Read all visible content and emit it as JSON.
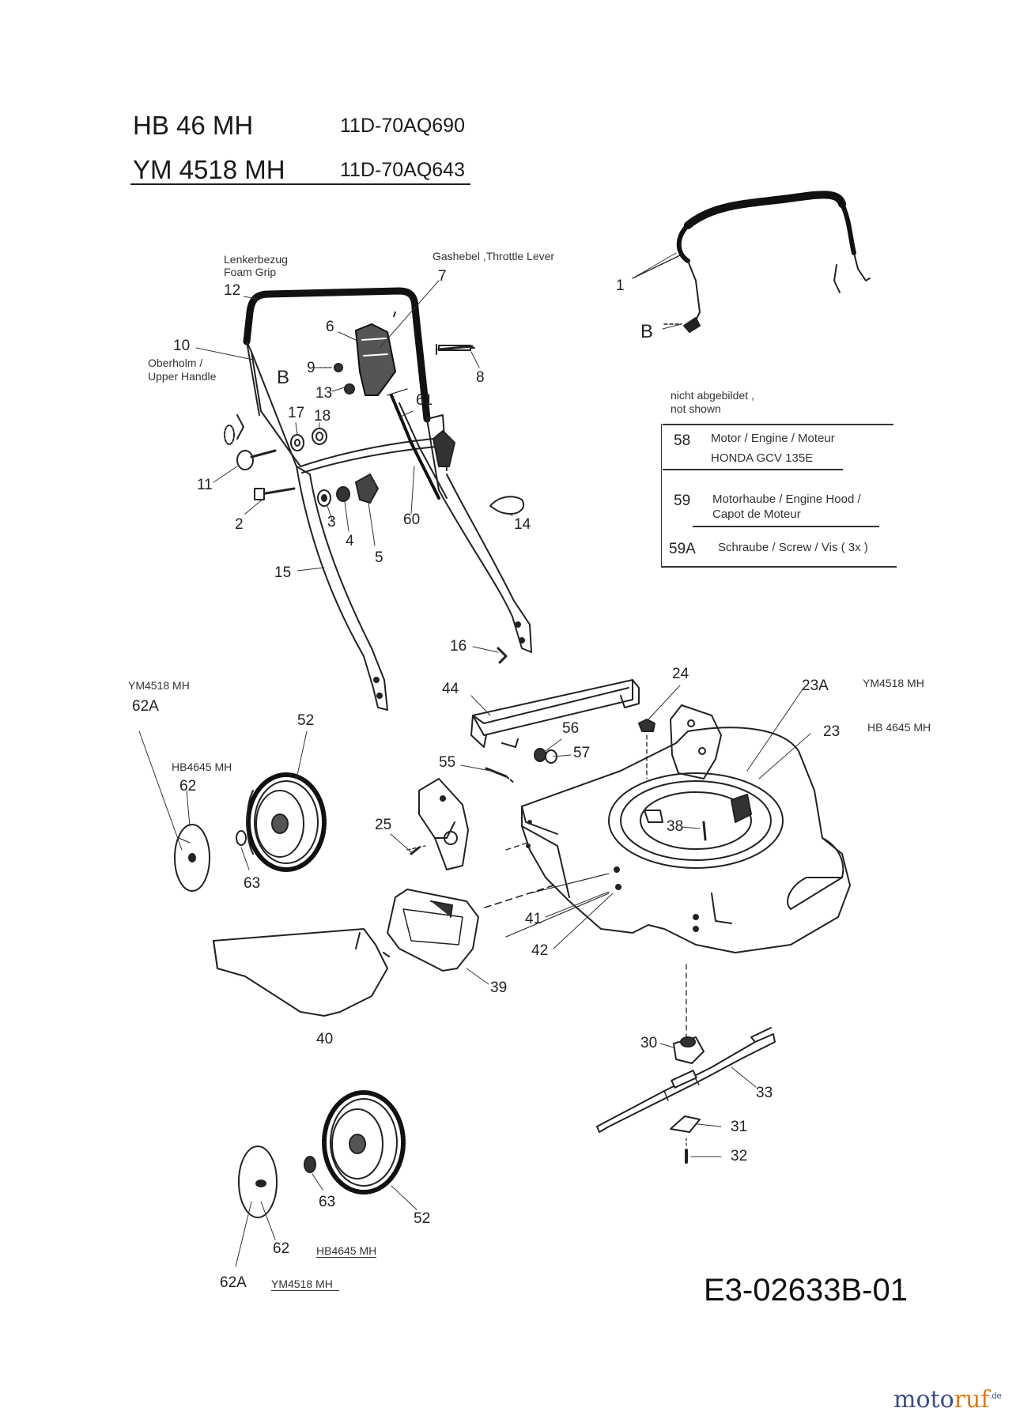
{
  "header": {
    "model_1": "HB 46 MH",
    "code_1": "11D-70AQ690",
    "model_2": "YM 4518 MH",
    "code_2": "11D-70AQ643"
  },
  "labels": {
    "foam_grip_de": "Lenkerbezug",
    "foam_grip_en": "Foam Grip",
    "throttle_lever": "Gashebel ,Throttle Lever",
    "upper_handle_de": "Oberholm /",
    "upper_handle_en": "Upper Handle",
    "ref_b_main": "B",
    "ref_b_detail": "B",
    "ym_variant_top": "YM4518 MH",
    "hb_variant_top": "HB 4645 MH",
    "ym_variant_wheel": "YM4518 MH",
    "hb_variant_wheel": "HB4645 MH",
    "hb_variant_bottom": "HB4645 MH",
    "ym_variant_bottom": "YM4518 MH"
  },
  "part_numbers": {
    "p1": "1",
    "p2": "2",
    "p3": "3",
    "p4": "4",
    "p5": "5",
    "p6": "6",
    "p7": "7",
    "p8": "8",
    "p9": "9",
    "p10": "10",
    "p11": "11",
    "p12": "12",
    "p13": "13",
    "p14": "14",
    "p15": "15",
    "p16": "16",
    "p17": "17",
    "p18": "18",
    "p23": "23",
    "p23a": "23A",
    "p24": "24",
    "p25": "25",
    "p30": "30",
    "p31": "31",
    "p32": "32",
    "p33": "33",
    "p38": "38",
    "p39": "39",
    "p40": "40",
    "p41": "41",
    "p42": "42",
    "p44": "44",
    "p52a": "52",
    "p52b": "52",
    "p55": "55",
    "p56": "56",
    "p57": "57",
    "p60": "60",
    "p61": "61",
    "p62a": "62",
    "p62b": "62",
    "p62Aa": "62A",
    "p62Ab": "62A",
    "p63a": "63",
    "p63b": "63"
  },
  "not_shown": {
    "heading_de": "nicht abgebildet ,",
    "heading_en": "not shown",
    "rows": [
      {
        "no": "58",
        "line1": "Motor / Engine / Moteur",
        "line2": "HONDA GCV 135E"
      },
      {
        "no": "59",
        "line1": "Motorhaube / Engine Hood /",
        "line2": "Capot de Moteur"
      },
      {
        "no": "59A",
        "line1": "Schraube / Screw / Vis ( 3x )",
        "line2": ""
      }
    ]
  },
  "footer": {
    "drawing_number": "E3-02633B-01",
    "brand_main": "moto",
    "brand_accent": "ruf",
    "brand_suffix": ".de"
  }
}
